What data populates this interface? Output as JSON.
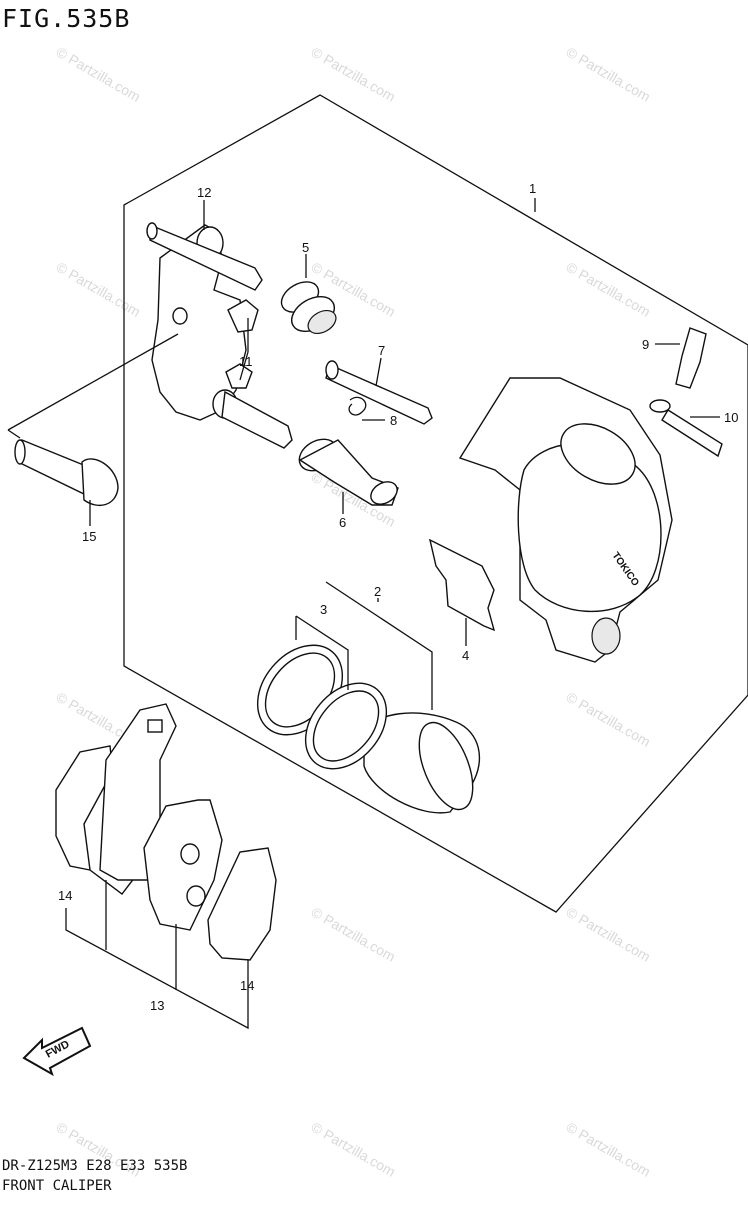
{
  "title": "FIG.535B",
  "footer": {
    "model_line": "DR-Z125M3 E28 E33 535B",
    "name_line": "FRONT CALIPER"
  },
  "watermark": "© Partzilla.com",
  "fwd_label": "FWD",
  "callouts": {
    "c1": "1",
    "c2": "2",
    "c3": "3",
    "c4": "4",
    "c5": "5",
    "c6": "6",
    "c7": "7",
    "c8": "8",
    "c9": "9",
    "c10": "10",
    "c11": "11",
    "c12": "12",
    "c13": "13",
    "c14a": "14",
    "c14b": "14",
    "c15": "15"
  },
  "caliper_marking": "TOKICO",
  "colors": {
    "ink": "#111111",
    "watermark": "#d9d9d9"
  }
}
